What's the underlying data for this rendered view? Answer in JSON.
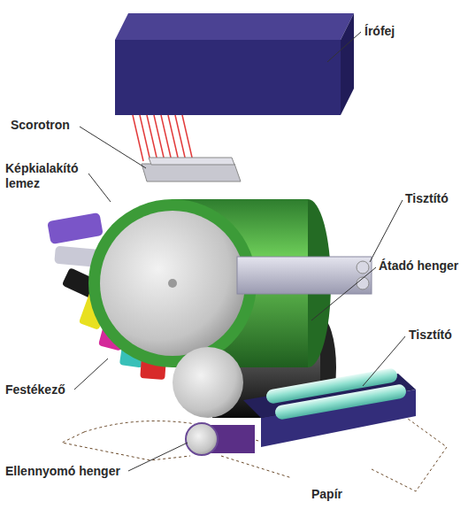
{
  "diagram": {
    "labels": [
      "Írófej",
      "Scorotron",
      "Képkialakító lemez",
      "Tisztító",
      "Átadó henger",
      "Tisztító",
      "Festékező",
      "Ellennyomó henger",
      "Papír"
    ]
  }
}
